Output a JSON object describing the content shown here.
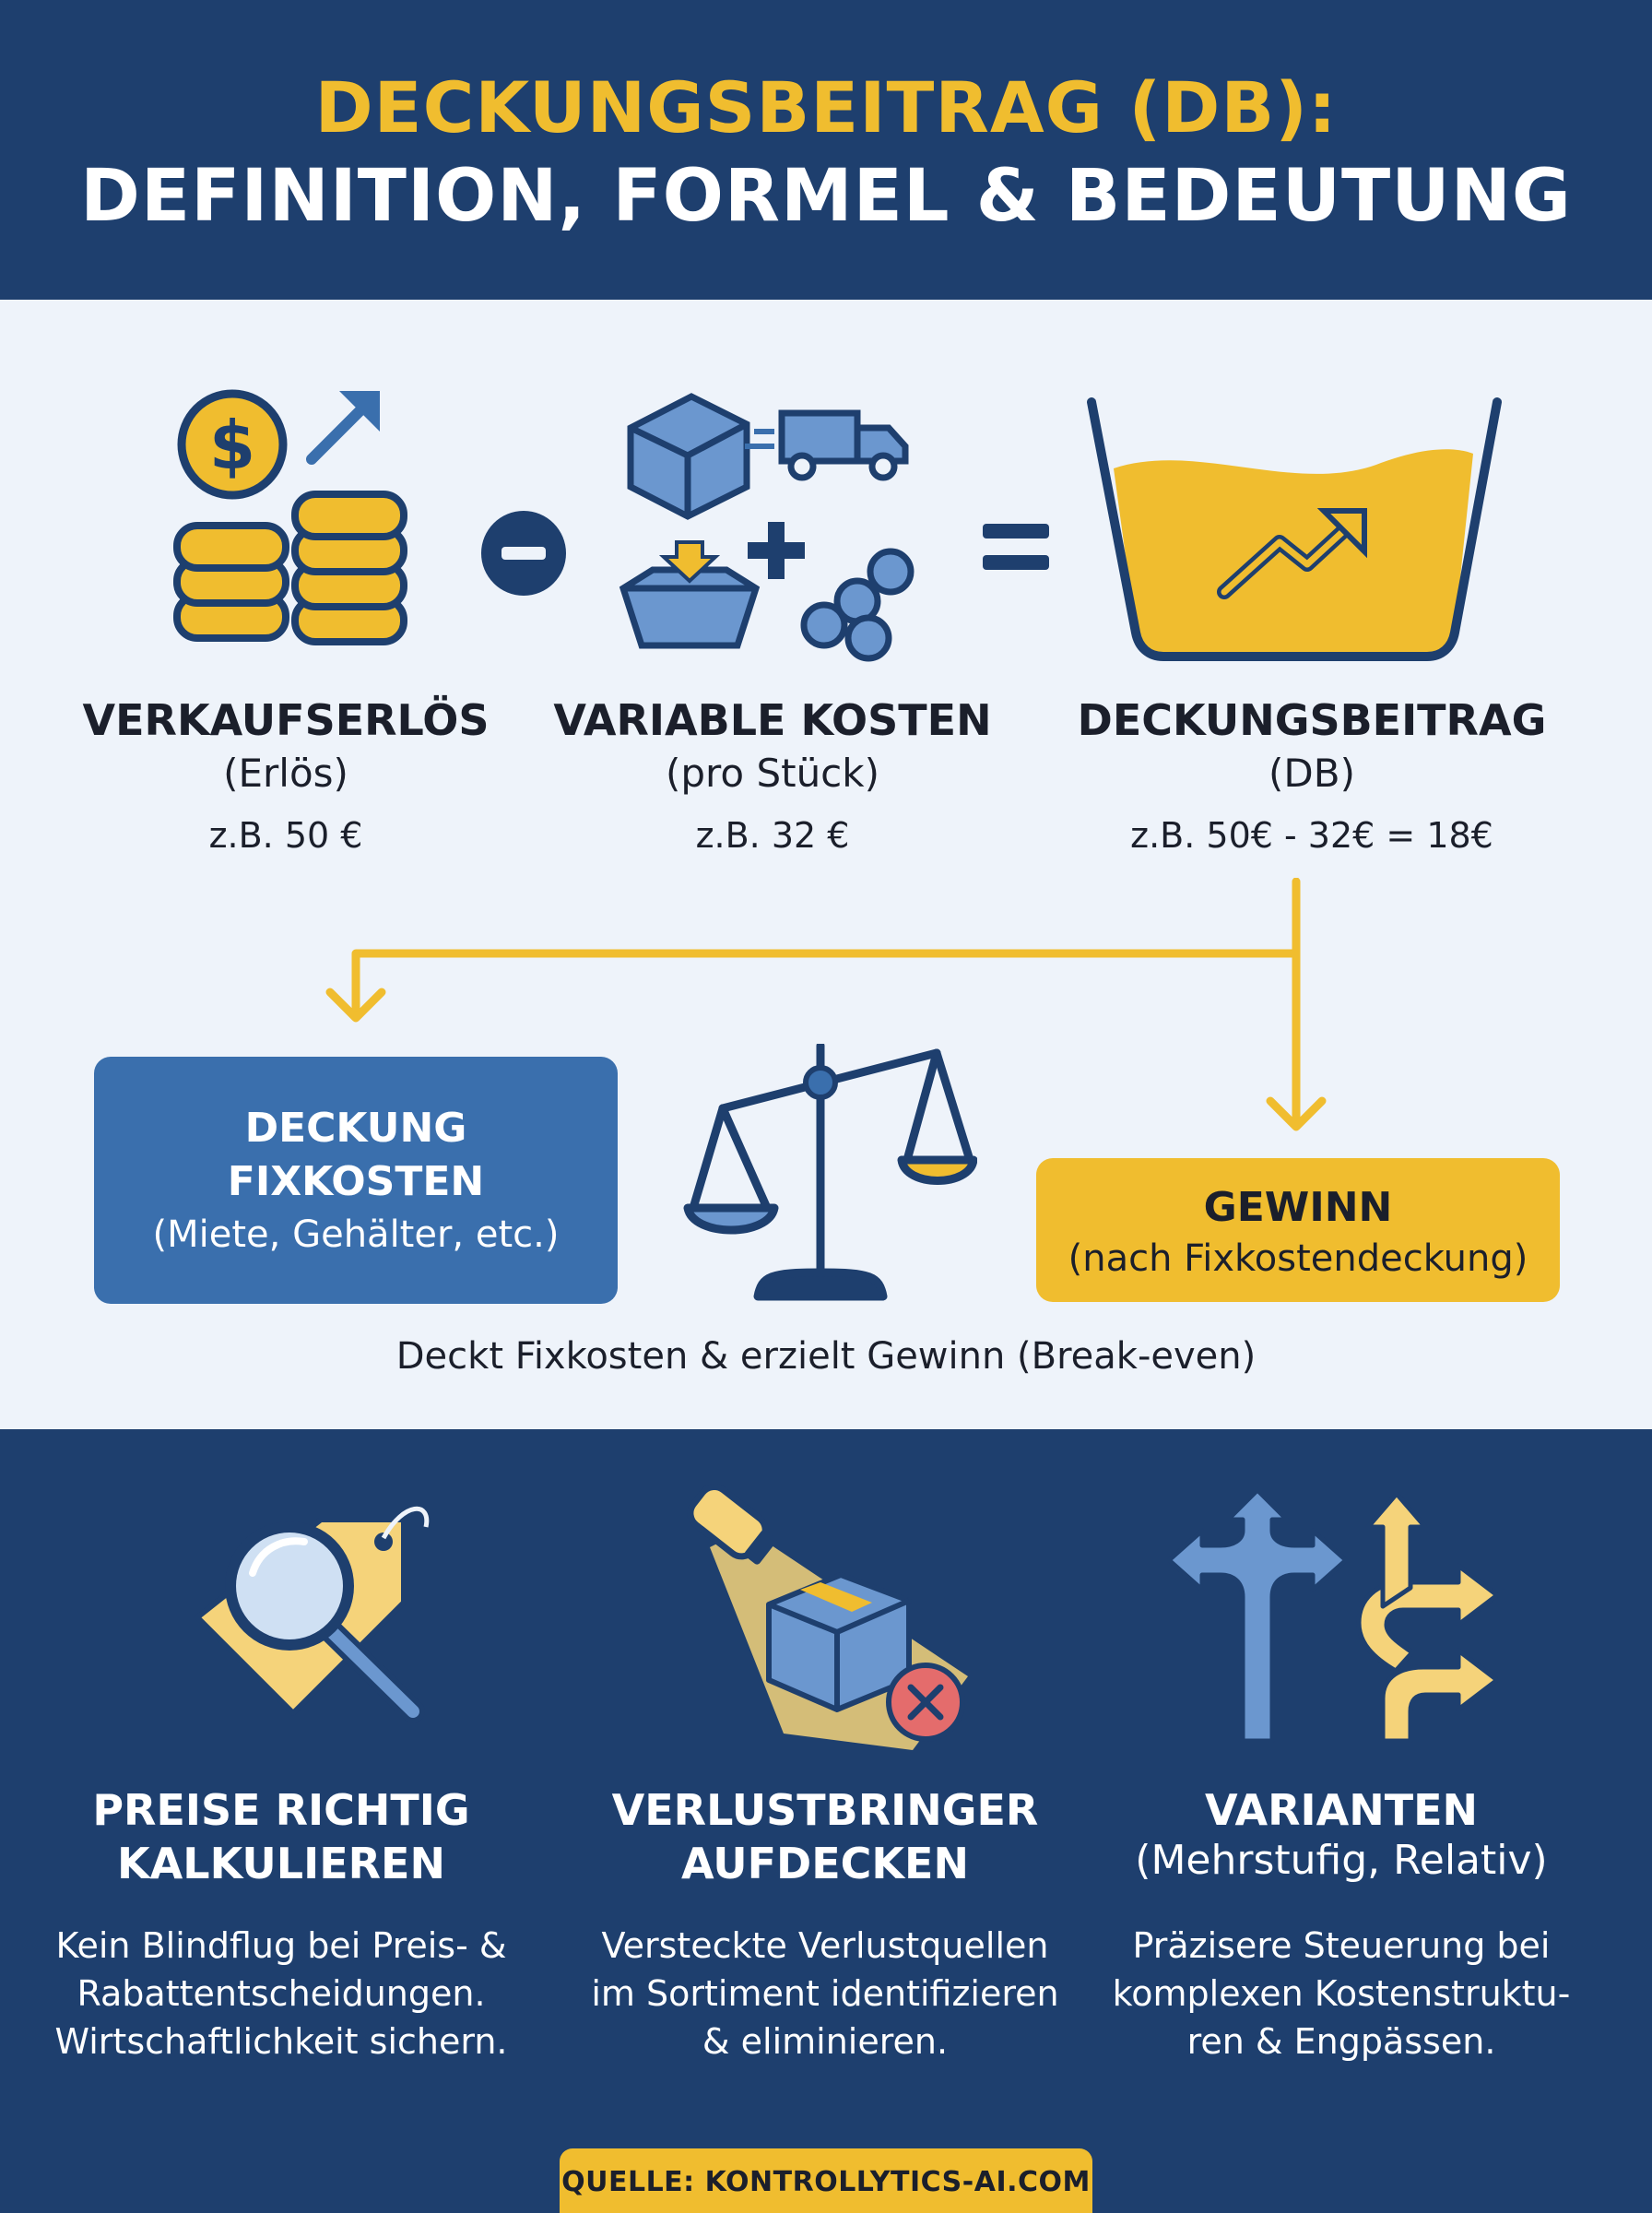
{
  "header": {
    "title_line1": "DECKUNGSBEITRAG (DB):",
    "title_line2": "DEFINITION, FORMEL & BEDEUTUNG"
  },
  "formula": {
    "revenue": {
      "label": "VERKAUFSERLÖS",
      "sub": "(Erlös)",
      "example": "z.B. 50 €"
    },
    "variable_costs": {
      "label": "VARIABLE KOSTEN",
      "sub": "(pro Stück)",
      "example": "z.B. 32 €"
    },
    "contribution": {
      "label": "DECKUNGSBEITRAG",
      "sub": "(DB)",
      "example": "z.B. 50€ - 32€ = 18€"
    },
    "minus_icon": "minus-icon",
    "equals_icon": "equals-icon"
  },
  "allocation": {
    "fixed_costs": {
      "line1": "DECKUNG",
      "line2": "FIXKOSTEN",
      "sub": "(Miete, Gehälter, etc.)"
    },
    "profit": {
      "title": "GEWINN",
      "sub": "(nach Fixkostendeckung)"
    },
    "caption": "Deckt Fixkosten & erzielt Gewinn (Break-even)"
  },
  "benefits": [
    {
      "icon": "price-tag-magnifier-icon",
      "title_line1": "PREISE RICHTIG",
      "title_line2": "KALKULIEREN",
      "text": [
        "Kein Blindflug bei Preis- &",
        "Rabattentscheidungen.",
        "Wirtschaftlichkeit sichern."
      ]
    },
    {
      "icon": "spotlight-box-icon",
      "title_line1": "VERLUSTBRINGER",
      "title_line2": "AUFDECKEN",
      "text": [
        "Versteckte Verlustquellen",
        "im Sortiment identifizieren",
        "& eliminieren."
      ]
    },
    {
      "icon": "branching-arrows-icon",
      "title_line1": "VARIANTEN",
      "title_line2": "(Mehrstufig, Relativ)",
      "text": [
        "Präzisere Steuerung bei",
        "komplexen Kostenstruktu-",
        "ren & Engpässen."
      ]
    }
  ],
  "source": "QUELLE: KONTROLLYTICS-AI.COM",
  "colors": {
    "navy": "#1e3f6e",
    "gold": "#f0bd2f",
    "blue": "#3a6fad",
    "light": "#eef3fa"
  }
}
